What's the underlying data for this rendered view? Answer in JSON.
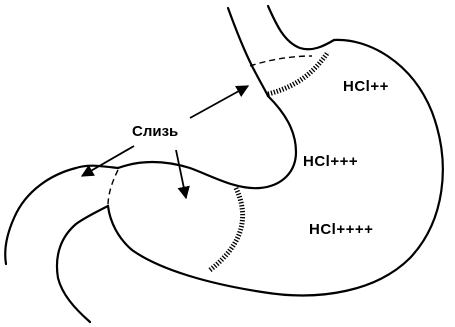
{
  "labels": {
    "mucus": "Слизь",
    "hcl_fundus": "HCl++",
    "hcl_body": "HCl+++",
    "hcl_antrum": "HCl++++"
  },
  "colors": {
    "ink": "#000000",
    "background": "#ffffff"
  }
}
